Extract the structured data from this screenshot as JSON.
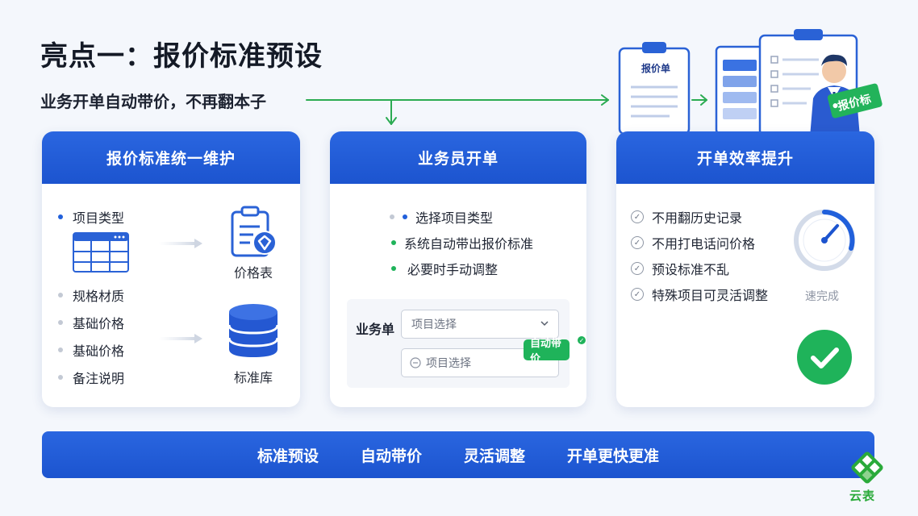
{
  "header": {
    "title": "亮点一：报价标准预设",
    "subtitle": "业务开单自动带价，不再翻本子"
  },
  "illustration": {
    "sheet_label": "报价单",
    "tag_label": "报价标"
  },
  "cards": [
    {
      "title": "报价标准统一维护",
      "items": [
        "项目类型",
        "规格材质",
        "基础价格",
        "基础价格",
        "备注说明"
      ],
      "icon1_label": "价格表",
      "icon2_label": "标准库"
    },
    {
      "title": "业务员开单",
      "items": [
        "选择项目类型",
        "系统自动带出报价标准",
        "必要时手动调整"
      ],
      "form": {
        "label": "业务单",
        "select1_value": "项目选择",
        "select2_value": "项目选择",
        "badge": "自动带价"
      }
    },
    {
      "title": "开单效率提升",
      "items": [
        "不用翻历史记录",
        "不用打电话问价格",
        "预设标准不乱",
        "特殊项目可灵活调整"
      ],
      "gauge_label": "速完成"
    }
  ],
  "bottom_bar": [
    "标准预设",
    "自动带价",
    "灵活调整",
    "开单更快更准"
  ],
  "logo_text": "云表",
  "colors": {
    "primary": "#2160db",
    "green": "#1fb35a",
    "background": "#f4f7fc"
  }
}
